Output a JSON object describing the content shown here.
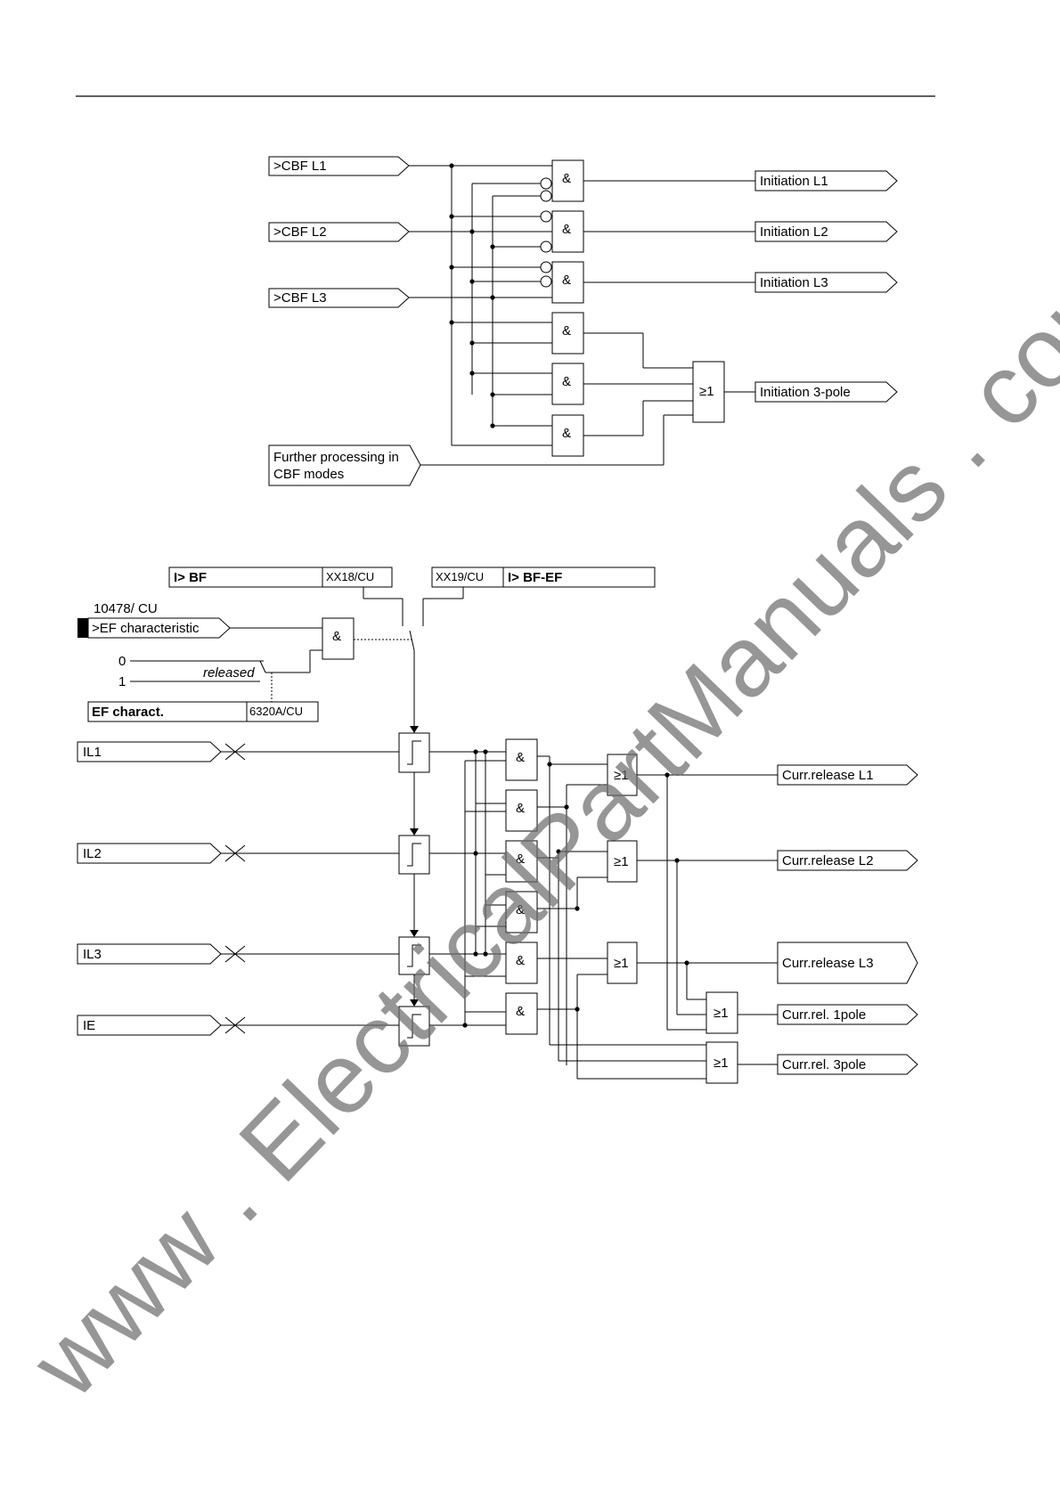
{
  "watermark": "www . ElectricalPartManuals . com",
  "diagram1": {
    "inputs": [
      ">CBF L1",
      ">CBF L2",
      ">CBF L3"
    ],
    "further_processing": [
      "Further processing in",
      "CBF modes"
    ],
    "gate_and": "&",
    "gate_or": "≥1",
    "outputs": [
      "Initiation L1",
      "Initiation L2",
      "Initiation L3",
      "Initiation 3-pole"
    ]
  },
  "diagram2": {
    "setting_bf": {
      "label": "I> BF",
      "address": "XX18/CU"
    },
    "setting_bfef": {
      "label": "I> BF-EF",
      "address": "XX19/CU"
    },
    "ef_input": {
      "number": "10478/ CU",
      "label": ">EF characteristic"
    },
    "switch": {
      "zero": "0",
      "one": "1",
      "state": "released"
    },
    "ef_setting": {
      "label": "EF charact.",
      "address": "6320A/CU"
    },
    "currents": [
      "IL1",
      "IL2",
      "IL3",
      "IE"
    ],
    "outputs": [
      "Curr.release L1",
      "Curr.release L2",
      "Curr.release L3",
      "Curr.rel. 1pole",
      "Curr.rel. 3pole"
    ]
  }
}
